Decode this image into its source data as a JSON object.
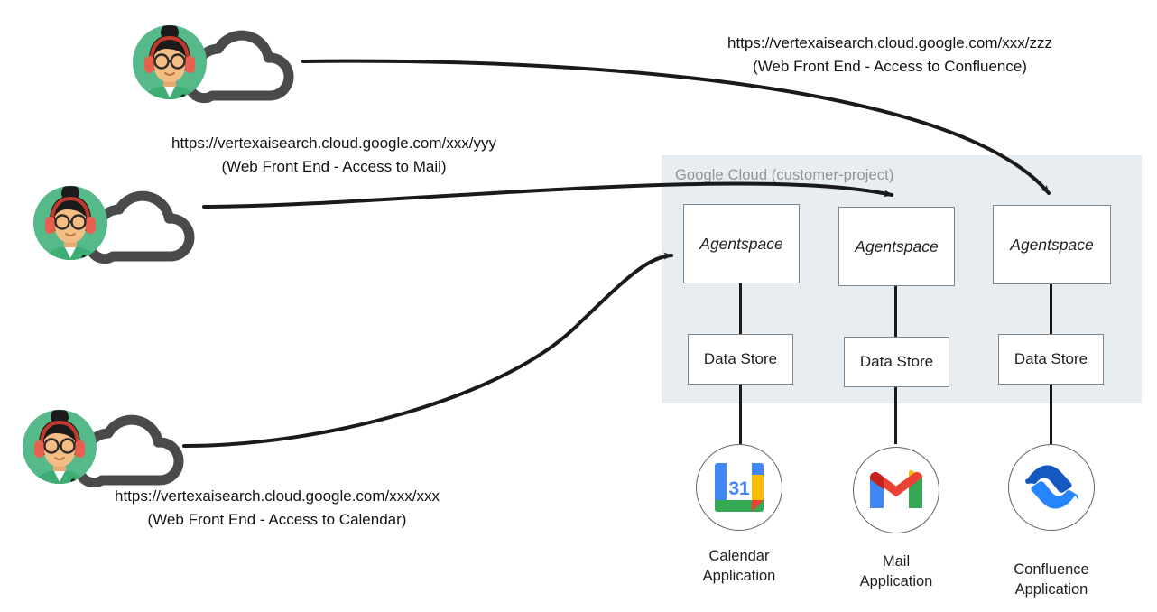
{
  "diagram": {
    "title_region": {
      "container_label": "Google Cloud (customer-project)"
    },
    "colors": {
      "container_bg": "#e8edf1",
      "container_label": "#8e9599",
      "box_border": "#7e868c",
      "line": "#1a1a1a",
      "cloud_glyph": "#4a4a4a",
      "avatar_bg": "#55b98a",
      "calendar_blue": "#4285f4",
      "calendar_green": "#34a853",
      "calendar_yellow": "#fbbc04",
      "calendar_red": "#ea4335",
      "gmail_red": "#ea4335",
      "gmail_blue": "#4285f4",
      "gmail_yellow": "#fbbc04",
      "gmail_green": "#34a853",
      "confluence_dark": "#1558c0",
      "confluence_light": "#2684ff"
    },
    "clients": [
      {
        "id": "client-confluence",
        "icon": "user-cloud-icon",
        "caption_url": "https://vertexaisearch.cloud.google.com/xxx/zzz",
        "caption_desc": "(Web Front End - Access to Confluence)",
        "target": "agentspace-3"
      },
      {
        "id": "client-mail",
        "icon": "user-cloud-icon",
        "caption_url": "https://vertexaisearch.cloud.google.com/xxx/yyy",
        "caption_desc": "(Web Front End - Access to Mail)",
        "target": "agentspace-2"
      },
      {
        "id": "client-calendar",
        "icon": "user-cloud-icon",
        "caption_url": "https://vertexaisearch.cloud.google.com/xxx/xxx",
        "caption_desc": "(Web Front End - Access to Calendar)",
        "target": "agentspace-1"
      }
    ],
    "columns": [
      {
        "id": "col-calendar",
        "agentspace_label": "Agentspace",
        "datastore_label": "Data Store",
        "app_icon": "google-calendar-icon",
        "app_label": "Calendar\nApplication",
        "app_day_number": "31"
      },
      {
        "id": "col-mail",
        "agentspace_label": "Agentspace",
        "datastore_label": "Data Store",
        "app_icon": "gmail-icon",
        "app_label": "Mail\nApplication"
      },
      {
        "id": "col-confluence",
        "agentspace_label": "Agentspace",
        "datastore_label": "Data Store",
        "app_icon": "confluence-icon",
        "app_label": "Confluence\nApplication"
      }
    ]
  }
}
